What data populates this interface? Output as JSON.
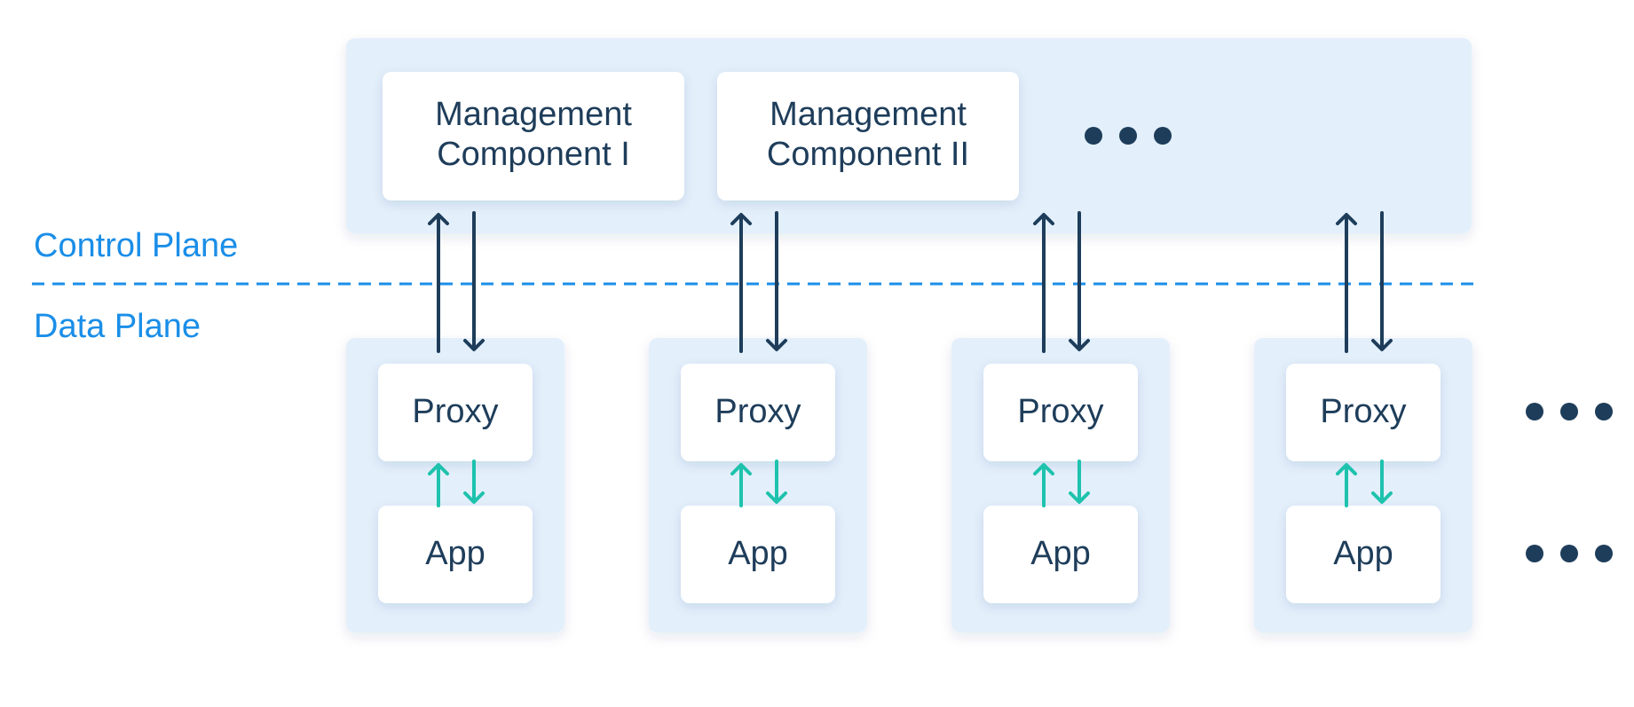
{
  "labels": {
    "control_plane": "Control Plane",
    "data_plane": "Data Plane"
  },
  "control_plane": {
    "components": [
      {
        "line1": "Management",
        "line2": "Component I"
      },
      {
        "line1": "Management",
        "line2": "Component II"
      }
    ]
  },
  "data_plane": {
    "pods": [
      {
        "proxy": "Proxy",
        "app": "App"
      },
      {
        "proxy": "Proxy",
        "app": "App"
      },
      {
        "proxy": "Proxy",
        "app": "App"
      },
      {
        "proxy": "Proxy",
        "app": "App"
      }
    ]
  },
  "colors": {
    "panel": "#e3f0fc",
    "box": "#ffffff",
    "text": "#1e3d5a",
    "plane_label": "#1a8ee8",
    "divider": "#1a8ee8",
    "control_arrow": "#1e3d5a",
    "app_arrow": "#1ec2ad",
    "ellipsis": "#1e3d5a"
  }
}
